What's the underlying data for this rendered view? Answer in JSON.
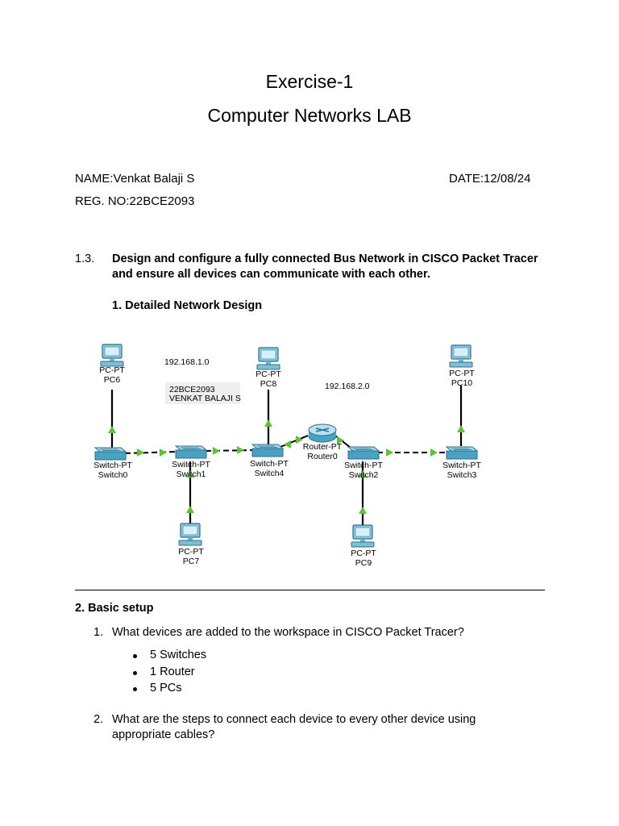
{
  "header": {
    "exercise_title": "Exercise-1",
    "lab_title": "Computer Networks LAB"
  },
  "meta": {
    "name": "NAME:Venkat Balaji S",
    "date": "DATE:12/08/24",
    "reg_no": "REG. NO:22BCE2093"
  },
  "task": {
    "number": "1.3.",
    "line1": "Design and configure a fully connected Bus Network in CISCO Packet Tracer",
    "line2": "and ensure all devices can communicate with each other.",
    "subheading": "1. Detailed Network Design"
  },
  "diagram": {
    "net1": "192.168.1.0",
    "net2": "192.168.2.0",
    "annotation_line1": "22BCE2093",
    "annotation_line2": "VENKAT BALAJI S",
    "pc_type": "PC-PT",
    "switch_type": "Switch-PT",
    "router_type": "Router-PT",
    "pcs": [
      "PC6",
      "PC8",
      "PC10",
      "PC7",
      "PC9"
    ],
    "switches": [
      "Switch0",
      "Switch1",
      "Switch4",
      "Switch2",
      "Switch3"
    ],
    "router": "Router0",
    "colors": {
      "link": "#000000",
      "port_up": "#5cc23a",
      "device": "#3a93b8",
      "device_light": "#bfe3ef"
    }
  },
  "section2": {
    "heading": "2. Basic setup",
    "q1_number": "1.",
    "q1_text": "What devices are added to the workspace in CISCO Packet Tracer?",
    "devices": [
      "5 Switches",
      "1 Router",
      "5 PCs"
    ],
    "q2_number": "2.",
    "q2_line1": "What are the steps to connect each device to every other device using",
    "q2_line2": "appropriate cables?"
  }
}
